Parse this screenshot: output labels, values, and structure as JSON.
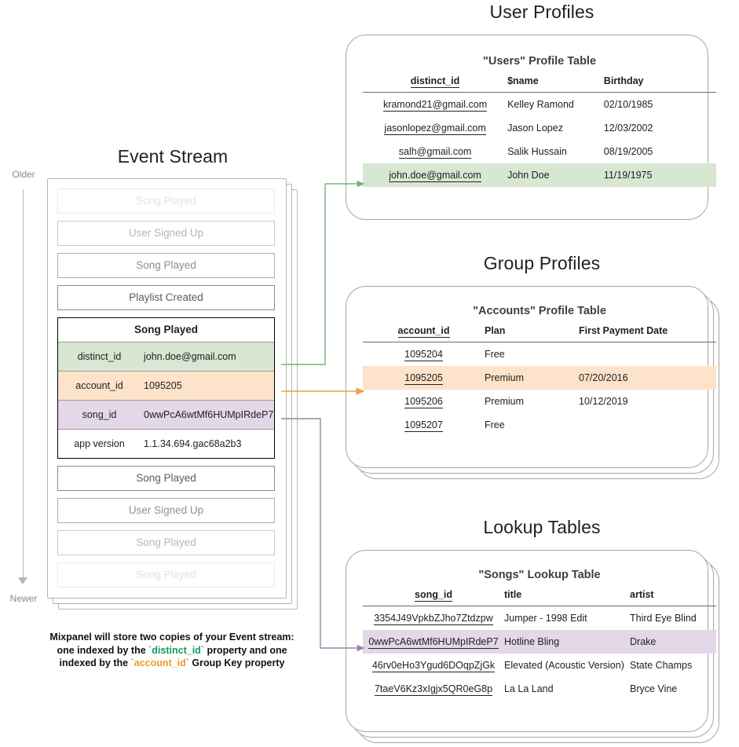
{
  "timeline": {
    "older_label": "Older",
    "newer_label": "Newer"
  },
  "event_stream": {
    "title": "Event Stream",
    "events_before": [
      {
        "label": "Song Played",
        "fade": "op-15"
      },
      {
        "label": "User Signed Up",
        "fade": "op-35"
      },
      {
        "label": "Song Played",
        "fade": "op-55"
      },
      {
        "label": "Playlist Created",
        "fade": "op-80"
      }
    ],
    "focus_event": {
      "title": "Song Played",
      "properties": [
        {
          "key": "distinct_id",
          "value": "john.doe@gmail.com",
          "tone": "ec-green"
        },
        {
          "key": "account_id",
          "value": "1095205",
          "tone": "ec-orange"
        },
        {
          "key": "song_id",
          "value": "0wwPcA6wtMf6HUMpIRdeP7",
          "tone": "ec-purple"
        },
        {
          "key": "app version",
          "value": "1.1.34.694.gac68a2b3",
          "tone": "ec-plain"
        }
      ]
    },
    "events_after": [
      {
        "label": "Song Played",
        "fade": "op-80"
      },
      {
        "label": "User Signed Up",
        "fade": "op-55"
      },
      {
        "label": "Song Played",
        "fade": "op-35"
      },
      {
        "label": "Song Played",
        "fade": "op-15"
      }
    ],
    "caption": {
      "line1": "Mixpanel will store two copies of your Event stream:",
      "line2_a": "one indexed by the ",
      "line2_code": "distinct_id",
      "line2_b": " property and one",
      "line3_a": "indexed by the ",
      "line3_code": "account_id",
      "line3_b": " Group Key property"
    }
  },
  "user_profiles": {
    "section_title": "User Profiles",
    "table_title": "\"Users\" Profile Table",
    "columns": [
      "distinct_id",
      "$name",
      "Birthday"
    ],
    "rows": [
      {
        "distinct_id": "kramond21@gmail.com",
        "name": "Kelley Ramond",
        "birthday": "02/10/1985",
        "highlight": ""
      },
      {
        "distinct_id": "jasonlopez@gmail.com",
        "name": "Jason Lopez",
        "birthday": "12/03/2002",
        "highlight": ""
      },
      {
        "distinct_id": "salh@gmail.com",
        "name": "Salik Hussain",
        "birthday": "08/19/2005",
        "highlight": ""
      },
      {
        "distinct_id": "john.doe@gmail.com",
        "name": "John Doe",
        "birthday": "11/19/1975",
        "highlight": "hl-green"
      }
    ]
  },
  "group_profiles": {
    "section_title": "Group Profiles",
    "table_title": "\"Accounts\" Profile Table",
    "columns": [
      "account_id",
      "Plan",
      "First Payment Date"
    ],
    "rows": [
      {
        "account_id": "1095204",
        "plan": "Free",
        "first_payment": "",
        "highlight": ""
      },
      {
        "account_id": "1095205",
        "plan": "Premium",
        "first_payment": "07/20/2016",
        "highlight": "hl-orange"
      },
      {
        "account_id": "1095206",
        "plan": "Premium",
        "first_payment": "10/12/2019",
        "highlight": ""
      },
      {
        "account_id": "1095207",
        "plan": "Free",
        "first_payment": "",
        "highlight": ""
      }
    ]
  },
  "lookup_tables": {
    "section_title": "Lookup Tables",
    "table_title": "\"Songs\" Lookup Table",
    "columns": [
      "song_id",
      "title",
      "artist"
    ],
    "rows": [
      {
        "song_id": "3354J49VpkbZJho7Ztdzpw",
        "title": "Jumper - 1998 Edit",
        "artist": "Third Eye Blind",
        "highlight": ""
      },
      {
        "song_id": "0wwPcA6wtMf6HUMpIRdeP7",
        "title": "Hotline Bling",
        "artist": "Drake",
        "highlight": "hl-purple"
      },
      {
        "song_id": "46rv0eHo3Ygud6DOqpZjGk",
        "title": "Elevated (Acoustic Version)",
        "artist": "State Champs",
        "highlight": ""
      },
      {
        "song_id": "7taeV6Kz3xIgjx5QR0eG8p",
        "title": "La La Land",
        "artist": "Bryce Vine",
        "highlight": ""
      }
    ]
  },
  "colors": {
    "green_highlight": "#d7e7d2",
    "orange_highlight": "#fce3c9",
    "purple_highlight": "#e4d7e8",
    "green_arrow": "#7cb07c",
    "orange_arrow": "#eda446",
    "purple_arrow": "#9b85a8",
    "card_border": "#a6a6a6"
  }
}
